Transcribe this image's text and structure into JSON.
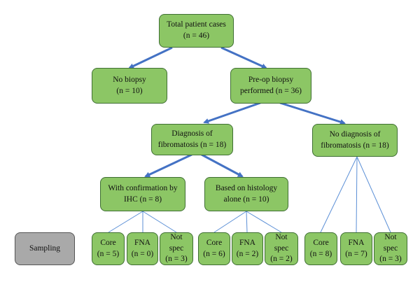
{
  "colors": {
    "node_fill": "#8cc665",
    "node_border": "#3f6f33",
    "sampling_fill": "#a9a9a9",
    "arrow": "#4472c4",
    "thin_line": "#5b8fd6"
  },
  "nodes": {
    "total": {
      "l1": "Total patient cases",
      "l2": "(n = 46)"
    },
    "no_biopsy": {
      "l1": "No biopsy",
      "l2": "(n = 10)"
    },
    "preop": {
      "l1": "Pre-op biopsy",
      "l2": "performed (n = 36)"
    },
    "diag": {
      "l1": "Diagnosis of",
      "l2": "fibromatosis (n = 18)"
    },
    "nodiag": {
      "l1": "No diagnosis of",
      "l2": "fibromatosis (n = 18)"
    },
    "ihc": {
      "l1": "With confirmation by",
      "l2": "IHC (n = 8)"
    },
    "histology": {
      "l1": "Based on histology",
      "l2": "alone (n = 10)"
    },
    "sampling": {
      "l1": "Sampling"
    },
    "ihc_core": {
      "l1": "Core",
      "l2": "(n = 5)"
    },
    "ihc_fna": {
      "l1": "FNA",
      "l2": "(n = 0)"
    },
    "ihc_ns": {
      "l1": "Not",
      "l2": "spec",
      "l3": "(n = 3)"
    },
    "hist_core": {
      "l1": "Core",
      "l2": "(n = 6)"
    },
    "hist_fna": {
      "l1": "FNA",
      "l2": "(n = 2)"
    },
    "hist_ns": {
      "l1": "Not",
      "l2": "spec",
      "l3": "(n = 2)"
    },
    "nd_core": {
      "l1": "Core",
      "l2": "(n = 8)"
    },
    "nd_fna": {
      "l1": "FNA",
      "l2": "(n = 7)"
    },
    "nd_ns": {
      "l1": "Not",
      "l2": "spec",
      "l3": "(n = 3)"
    }
  }
}
